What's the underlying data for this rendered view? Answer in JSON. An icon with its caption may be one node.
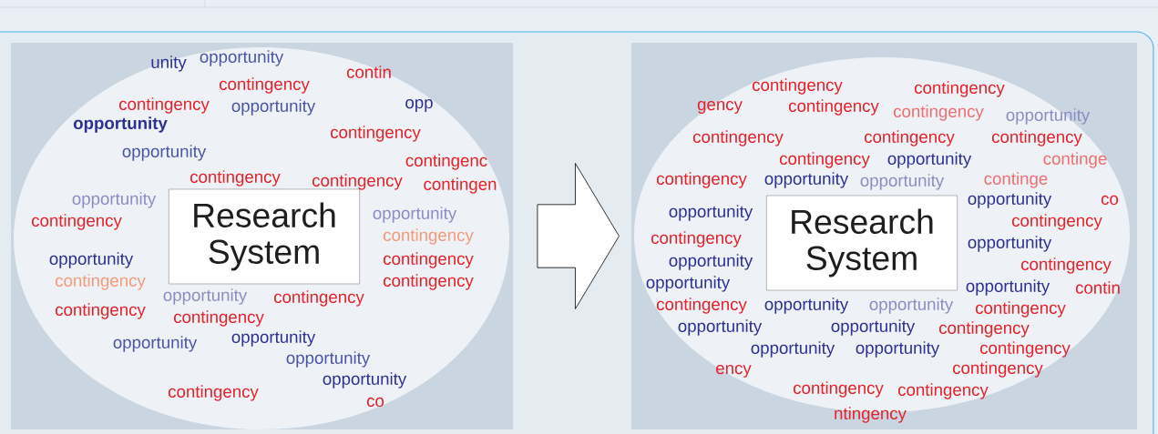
{
  "diagram": {
    "nodes": [
      {
        "text": [],
        "shape": "box"
      },
      {
        "text": [
          "Research System"
        ],
        "in": 0
      },
      {
        "text": [],
        "shape": "box"
      },
      {
        "text": [
          "Research System"
        ],
        "in": 2
      }
    ],
    "edges": [
      {
        "from": 0,
        "to": 2,
        "arrow": "to"
      }
    ],
    "labels": [
      "unity",
      "opportunity",
      "contin",
      "contingency",
      "contingency",
      "opportunity",
      "opp",
      "opportunity",
      "contingency",
      "opportunity",
      "contingency",
      "contingency",
      "contingenc",
      "contingen",
      "opportunity",
      "contingency",
      "opportunity",
      "contingency",
      "opportunity",
      "contingency",
      "contingency",
      "contingency",
      "opportunity",
      "contingency",
      "contingency",
      "contingency",
      "opportunity",
      "opportunity",
      "opportunity",
      "opportunity",
      "contingency",
      "co",
      "contingency",
      "contingency",
      "gency",
      "contingency",
      "contingency",
      "opportunity",
      "contingency",
      "contingency",
      "contingency",
      "contingency",
      "opportunity",
      "continge",
      "contingency",
      "opportunity",
      "opportunity",
      "continge",
      "opportunity",
      "co",
      "opportunity",
      "contingency",
      "contingency",
      "opportunity",
      "opportunity",
      "contingency",
      "opportunity",
      "opportunity",
      "contin",
      "contingency",
      "opportunity",
      "opportunity",
      "contingency",
      "opportunity",
      "opportunity",
      "contingency",
      "opportunity",
      "opportunity",
      "contingency",
      "ency",
      "contingency",
      "contingency",
      "contingency",
      "ntingency"
    ]
  }
}
